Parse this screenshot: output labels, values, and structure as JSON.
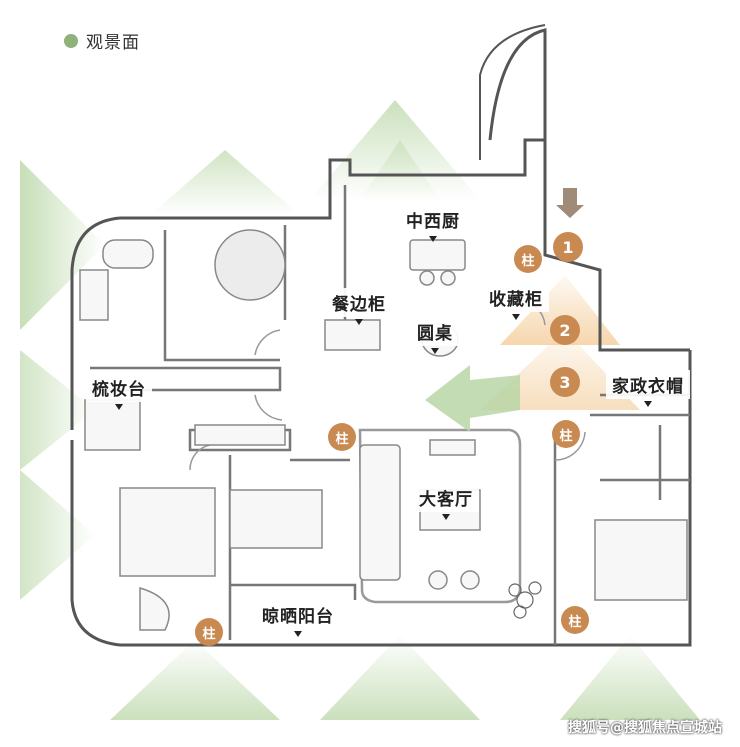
{
  "colors": {
    "green": "#8fb27a",
    "brown": "#c98a52",
    "wall": "#555555",
    "arrow": "#a08a78",
    "view_green": "#b9d6a6",
    "view_orange": "#f2c58a"
  },
  "legend": {
    "label": "观景面"
  },
  "rooms": {
    "kitchen": "中西厨",
    "sideboard": "餐边柜",
    "round_table": "圆桌",
    "storage": "收藏柜",
    "dresser": "梳妆台",
    "housekeeping": "家政衣帽",
    "living": "大客厅",
    "balcony": "晾晒阳台"
  },
  "pillar_label": "柱",
  "markers": [
    "1",
    "2",
    "3"
  ],
  "watermark": "搜狐号@搜狐焦点宣城站"
}
